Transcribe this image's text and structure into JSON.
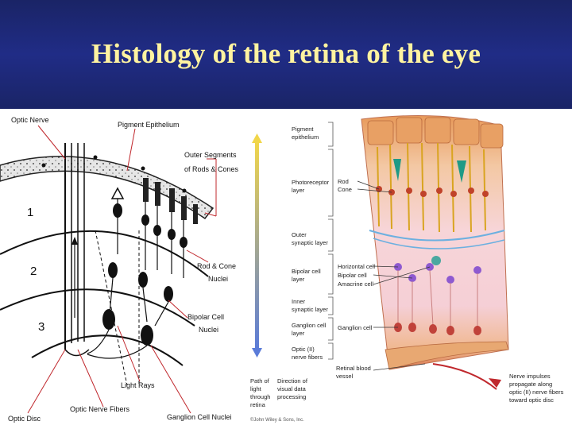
{
  "slide": {
    "title": "Histology of the retina of the eye",
    "accent": "#fff3a0",
    "header_color": "#1f2a80"
  },
  "left_diagram": {
    "labels": {
      "optic_nerve": "Optic Nerve",
      "pigment_epithelium": "Pigment Epithelium",
      "outer_segments_1": "Outer Segments",
      "outer_segments_2": "of Rods & Cones",
      "rod_cone_nuclei_1": "Rod & Cone",
      "rod_cone_nuclei_2": "Nuclei",
      "bipolar_nuclei_1": "Bipolar Cell",
      "bipolar_nuclei_2": "Nuclei",
      "light_rays": "Light Rays",
      "optic_nerve_fibers": "Optic Nerve Fibers",
      "ganglion_nuclei": "Ganglion Cell Nuclei",
      "optic_disc": "Optic Disc"
    },
    "layer_numbers": [
      "1",
      "2",
      "3"
    ]
  },
  "right_diagram": {
    "layers": {
      "pigment_1": "Pigment",
      "pigment_2": "epithelium",
      "photoreceptor_1": "Photoreceptor",
      "photoreceptor_2": "layer",
      "outer_syn_1": "Outer",
      "outer_syn_2": "synaptic layer",
      "bipolar_1": "Bipolar cell",
      "bipolar_2": "layer",
      "inner_syn_1": "Inner",
      "inner_syn_2": "synaptic layer",
      "ganglion_1": "Ganglion cell",
      "ganglion_2": "layer",
      "optic_fibers_1": "Optic (II)",
      "optic_fibers_2": "nerve fibers"
    },
    "cells": {
      "rod": "Rod",
      "cone": "Cone",
      "horizontal": "Horizontal cell",
      "bipolar": "Bipolar cell",
      "amacrine": "Amacrine cell",
      "ganglion": "Ganglion cell",
      "blood_1": "Retinal blood",
      "blood_2": "vessel"
    },
    "bottom": {
      "path_1": "Path of",
      "path_2": "light",
      "path_3": "through",
      "path_4": "retina",
      "dir_1": "Direction of",
      "dir_2": "visual data",
      "dir_3": "processing",
      "impulse_1": "Nerve impulses",
      "impulse_2": "propagate along",
      "impulse_3": "optic (II) nerve fibers",
      "impulse_4": "toward optic disc",
      "credit": "©John Wiley & Sons, Inc."
    }
  }
}
